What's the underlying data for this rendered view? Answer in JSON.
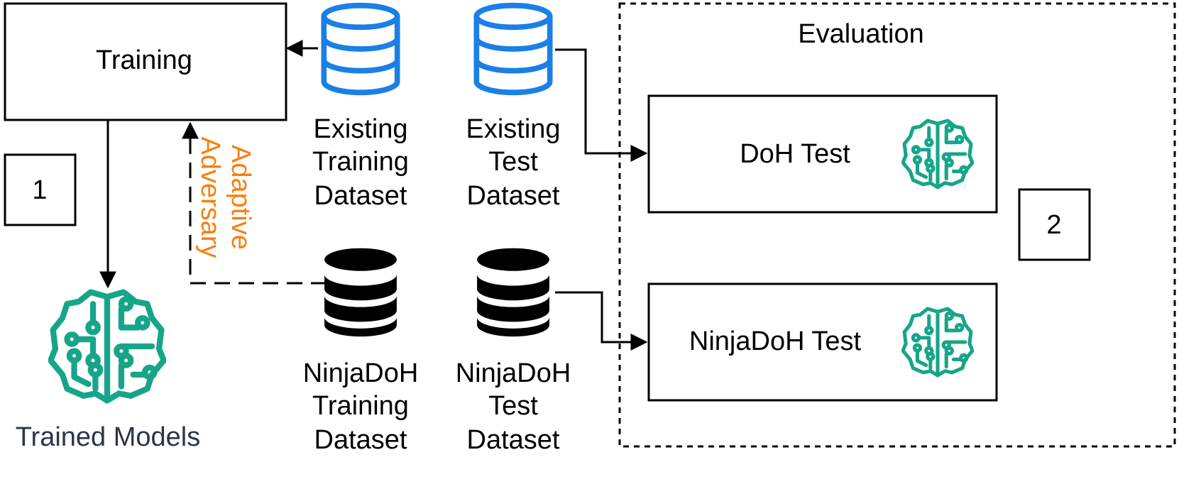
{
  "training": {
    "label": "Training"
  },
  "step_one": {
    "label": "1"
  },
  "step_two": {
    "label": "2"
  },
  "trained_models": {
    "label": "Trained Models"
  },
  "adversary": {
    "line1": "Adaptive",
    "line2": "Adversary"
  },
  "existing_training_dataset": {
    "line1": "Existing",
    "line2": "Training",
    "line3": "Dataset"
  },
  "existing_test_dataset": {
    "line1": "Existing",
    "line2": "Test",
    "line3": "Dataset"
  },
  "ninjadoh_training_dataset": {
    "line1": "NinjaDoH",
    "line2": "Training",
    "line3": "Dataset"
  },
  "ninjadoh_test_dataset": {
    "line1": "NinjaDoH",
    "line2": "Test",
    "line3": "Dataset"
  },
  "evaluation": {
    "title": "Evaluation",
    "doh_test": "DoH Test",
    "ninjadoh_test": "NinjaDoH Test"
  },
  "colors": {
    "existing_db": "#1a7fe6",
    "ninja_db": "#000000",
    "model_icon": "#17a589",
    "adversary_text": "#f5800f",
    "models_label": "#2a3548"
  }
}
